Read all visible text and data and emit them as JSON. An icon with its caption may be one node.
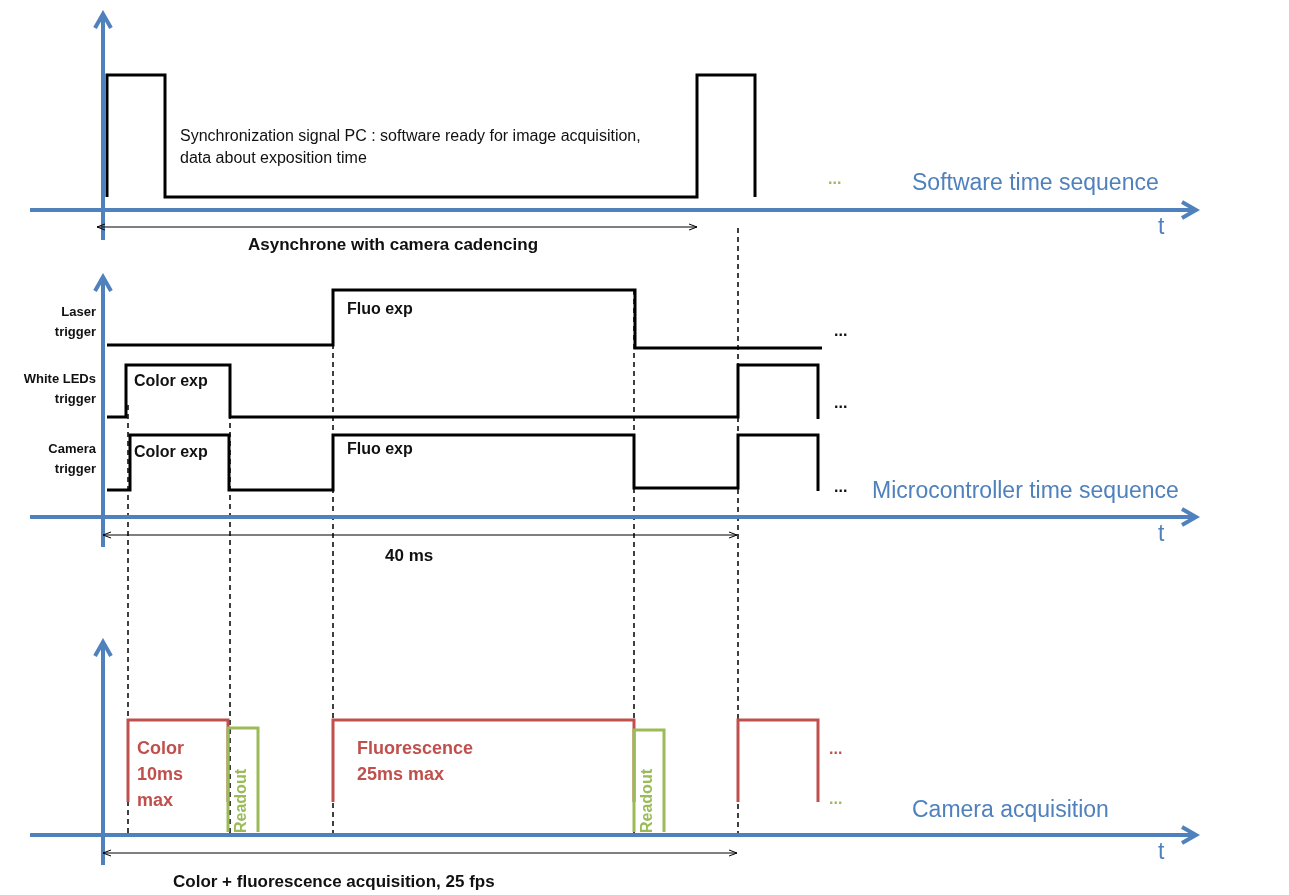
{
  "diagram": {
    "labels": [
      "Synchronization signal PC : software ready for image acquisition, data about exposition time",
      "...",
      "Software time sequence",
      "t",
      "Asynchrone with camera cadencing",
      "Laser trigger",
      "Fluo exp",
      "...",
      "White LEDs trigger",
      "Color exp",
      "...",
      "Camera trigger",
      "Color exp",
      "Fluo exp",
      "...",
      "Microcontroller time sequence",
      "t",
      "40 ms",
      "Color 10ms max",
      "Readout",
      "Fluorescence 25ms max",
      "Readout",
      "...",
      "...",
      "Camera acquisition",
      "t",
      "Color + fluorescence acquisition, 25 fps"
    ]
  }
}
